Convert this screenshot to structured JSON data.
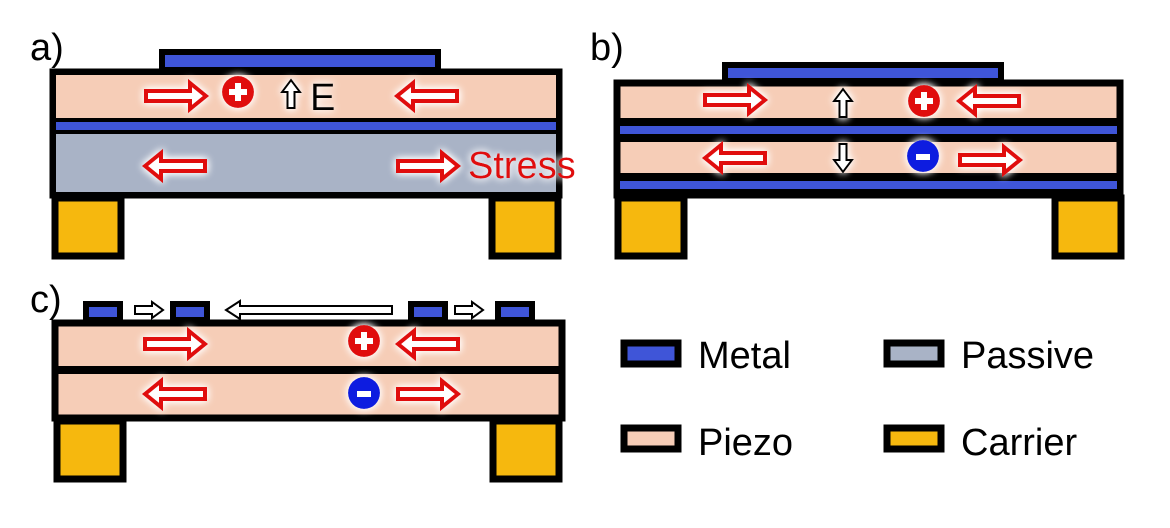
{
  "panels": {
    "a": {
      "label": "a)",
      "field_label": "E",
      "stress_label": "Stress"
    },
    "b": {
      "label": "b)"
    },
    "c": {
      "label": "c)"
    }
  },
  "legend": {
    "metal": "Metal",
    "passive": "Passive",
    "piezo": "Piezo",
    "carrier": "Carrier"
  },
  "symbols": {
    "plus": "+",
    "minus": "-"
  },
  "colors": {
    "metal": "#3f55d8",
    "piezo": "#f6cdb7",
    "passive": "#a9b3c6",
    "carrier": "#f6b80e",
    "arrow": "#e01010",
    "negative_charge": "#0a1ee0",
    "outline": "#000000"
  },
  "icons": [
    "plus-charge-icon",
    "minus-charge-icon",
    "arrow-right-icon",
    "arrow-left-icon",
    "arrow-up-icon",
    "arrow-down-icon"
  ]
}
